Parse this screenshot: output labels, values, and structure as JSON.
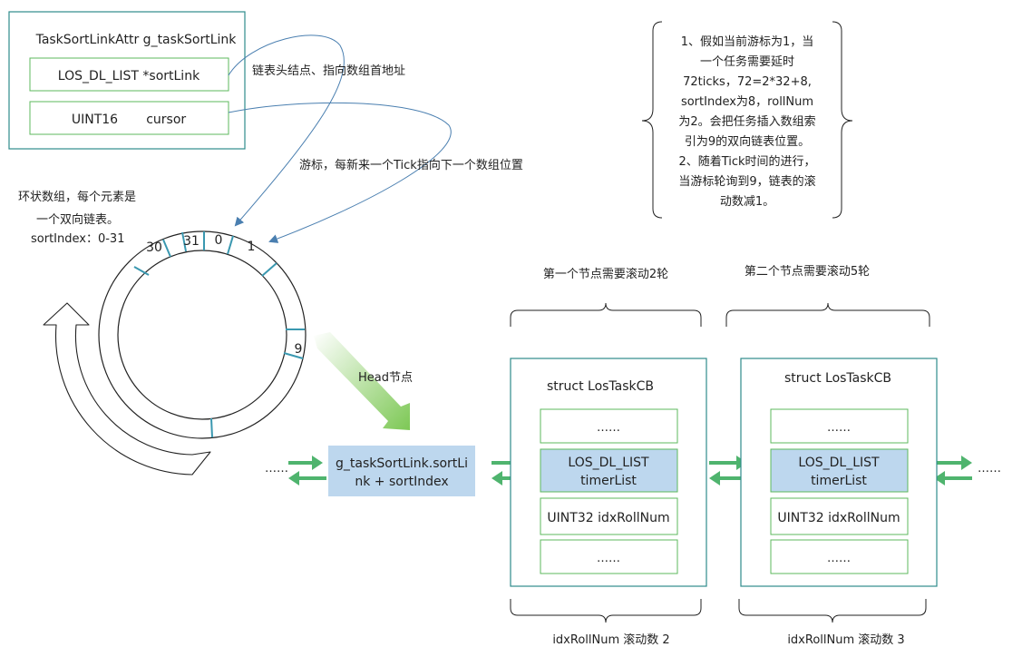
{
  "colors": {
    "border": "#2e8b8b",
    "inner_border": "#5cb85c",
    "highlight_fill": "#bdd7ee",
    "arrow_green": "#4fb46e",
    "pointer_blue": "#4a7fb0",
    "text": "#222222"
  },
  "struct_box": {
    "title": "TaskSortLinkAttr g_taskSortLink",
    "field1": "LOS_DL_LIST *sortLink",
    "field2": "UINT16       cursor"
  },
  "labels": {
    "head_pointer": "链表头结点、指向数组首地址",
    "cursor_desc": "游标，每新来一个Tick指向下一个数组位置",
    "ring_line1": "环状数组，每个元素是",
    "ring_line2": "一个双向链表。",
    "ring_line3": "sortIndex：0-31",
    "head_node": "Head节点",
    "ellipsis_left": "……",
    "ellipsis_right": "……"
  },
  "ring_slots": [
    "30",
    "31",
    "0",
    "1",
    "9"
  ],
  "head_box": {
    "line1": "g_taskSortLink.sortLi",
    "line2": "nk + sortIndex"
  },
  "note": {
    "lines": [
      "1、假如当前游标为1，当",
      "一个任务需要延时",
      "72ticks，72=2*32+8,",
      "sortIndex为8，rollNum",
      "为2。会把任务插入数组索",
      "引为9的双向链表位置。",
      "2、随着Tick时间的进行，",
      "当游标轮询到9，链表的滚",
      "动数减1。"
    ]
  },
  "tasks": [
    {
      "top_label": "第一个节点需要滚动2轮",
      "title": "struct LosTaskCB",
      "dots_top": "……",
      "list_line1": "LOS_DL_LIST",
      "list_line2": "timerList",
      "roll_field": "UINT32 idxRollNum",
      "dots_bottom": "……",
      "bottom_label": "idxRollNum 滚动数 2"
    },
    {
      "top_label": "第二个节点需要滚动5轮",
      "title": "struct LosTaskCB",
      "dots_top": "……",
      "list_line1": "LOS_DL_LIST",
      "list_line2": "timerList",
      "roll_field": "UINT32 idxRollNum",
      "dots_bottom": "……",
      "bottom_label": "idxRollNum 滚动数 3"
    }
  ]
}
